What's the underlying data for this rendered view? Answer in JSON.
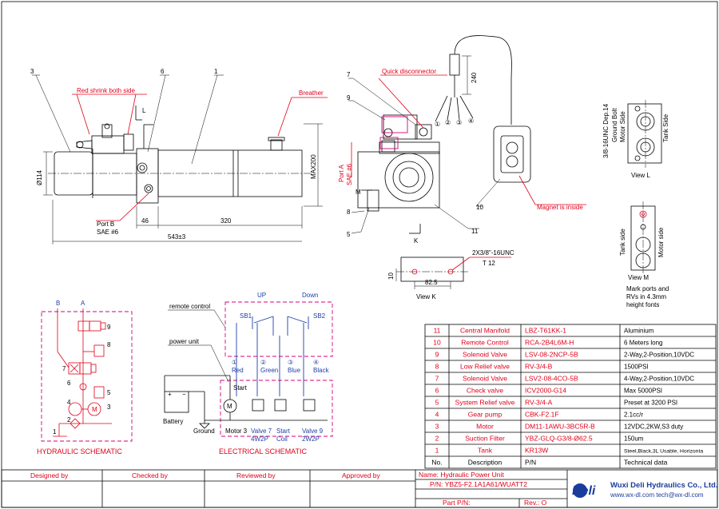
{
  "front_view": {
    "callouts": {
      "c3": "3",
      "c6": "6",
      "c1": "1"
    },
    "red_shrink": "Red shrink both side",
    "breather": "Breather",
    "port_b": "Port B",
    "sae6_b": "SAE #6",
    "dim_114": "Ø114",
    "dim_max200": "MAX200",
    "dim_46": "46",
    "dim_320": "320",
    "dim_543": "543±3",
    "letter_l": "L"
  },
  "side_view": {
    "callouts": {
      "c7": "7",
      "c9": "9",
      "c8": "8",
      "c5": "5",
      "c10": "10",
      "c11": "11"
    },
    "quick_disconnector": "Quick disconnector",
    "dim_240": "240",
    "wire_nums": [
      "①",
      "②",
      "③",
      "④"
    ],
    "port_a": "Port A",
    "sae6_a": "SAE #6",
    "letter_m": "M",
    "letter_k": "K",
    "magnet": "Magnet is inside"
  },
  "view_l": {
    "thread": "3/8-16UNC Dep.14",
    "ground_bolt": "Ground Bolt",
    "motor_side": "Motor Side",
    "tank_side": "Tank Side",
    "title": "View L"
  },
  "view_k": {
    "thread": "2X3/8\"-16UNC",
    "t12": "T 12",
    "dim_10": "10",
    "dim_825": "82.5",
    "title": "View K"
  },
  "view_m": {
    "tank_side": "Tank side",
    "motor_side": "Motor side",
    "title": "View  M",
    "note": [
      "Mark ports and",
      "RVs in 4.3mm",
      "height fonts"
    ]
  },
  "hydraulic": {
    "label_b": "B",
    "label_a": "A",
    "nums": [
      "9",
      "8",
      "7",
      "6",
      "5",
      "4",
      "3",
      "2",
      "1"
    ],
    "title": "HYDRAULIC SCHEMATIC",
    "m": "M"
  },
  "electrical": {
    "remote_control": "remote control",
    "power_unit": "power unit",
    "up": "UP",
    "down": "Down",
    "sb1": "SB1",
    "sb2": "SB2",
    "wires": [
      {
        "num": "①",
        "color": "Red"
      },
      {
        "num": "②",
        "color": "Green"
      },
      {
        "num": "③",
        "color": "Blue"
      },
      {
        "num": "④",
        "color": "Black"
      }
    ],
    "start": "Start",
    "battery": "Battery",
    "ground": "Ground",
    "m": "M",
    "plus": "+",
    "minus": "−",
    "motor": "Motor 3",
    "valve7": [
      "Valve 7",
      "4W2P"
    ],
    "start_coil": [
      "Start",
      "Coil"
    ],
    "valve9": [
      "Valve 9",
      "2W2P"
    ],
    "title": "ELECTRICAL SCHEMATIC"
  },
  "bom": {
    "rows": [
      {
        "no": "11",
        "desc": "Central Manifold",
        "pn": "LBZ-T61KK-1",
        "tech": "Aluminium"
      },
      {
        "no": "10",
        "desc": "Remote Control",
        "pn": "RCA-2B4L6M-H",
        "tech": "6 Meters long"
      },
      {
        "no": "9",
        "desc": "Solenoid Valve",
        "pn": "LSV-08-2NCP-5B",
        "tech": "2-Way,2-Position,10VDC"
      },
      {
        "no": "8",
        "desc": "Low Relief valve",
        "pn": "RV-3/4-B",
        "tech": "1500PSI"
      },
      {
        "no": "7",
        "desc": "Solenoid Valve",
        "pn": "LSV2-08-4CO-5B",
        "tech": "4-Way,2-Position,10VDC"
      },
      {
        "no": "6",
        "desc": "Check valve",
        "pn": "ICV2000-G14",
        "tech": "Max 5000PSI"
      },
      {
        "no": "5",
        "desc": "System Relief valve",
        "pn": "RV-3/4-A",
        "tech": "Preset at 3200 PSI"
      },
      {
        "no": "4",
        "desc": "Gear pump",
        "pn": "CBK-F2.1F",
        "tech": "2.1cc/r"
      },
      {
        "no": "3",
        "desc": "Motor",
        "pn": "DM11-1AWU-3BC5R-B",
        "tech": "12VDC,2KW,S3 duty"
      },
      {
        "no": "2",
        "desc": "Suction Filter",
        "pn": "YBZ-GLQ-G3/8-Ø62.5",
        "tech": "150um"
      },
      {
        "no": "1",
        "desc": "Tank",
        "pn": "KR13W",
        "tech": "Steel,Black,3L Usable,  Horizonta"
      }
    ],
    "header": {
      "no": "No.",
      "desc": "Description",
      "pn": "P/N",
      "tech": "Technical data"
    }
  },
  "title_block": {
    "designed": "Designed by",
    "checked": "Checked by",
    "reviewed": "Reviewed by",
    "approved": "Approved by",
    "name": "Name: Hydraulic Power Unit",
    "pn": "P/N:  YBZ5-F2.1A1A61/WUATT2",
    "part_pn": "Part  P/N:",
    "rev": "Rev.: O",
    "logo": "Deli",
    "company": "Wuxi Deli Hydraulics Co., Ltd.",
    "web": "www.wx-dl.com  tech@wx-dl.com"
  },
  "colors": {
    "red": "#e0001a",
    "magenta": "#d4007a",
    "blue": "#1f3fa8",
    "logo_blue": "#1a3d9c"
  }
}
